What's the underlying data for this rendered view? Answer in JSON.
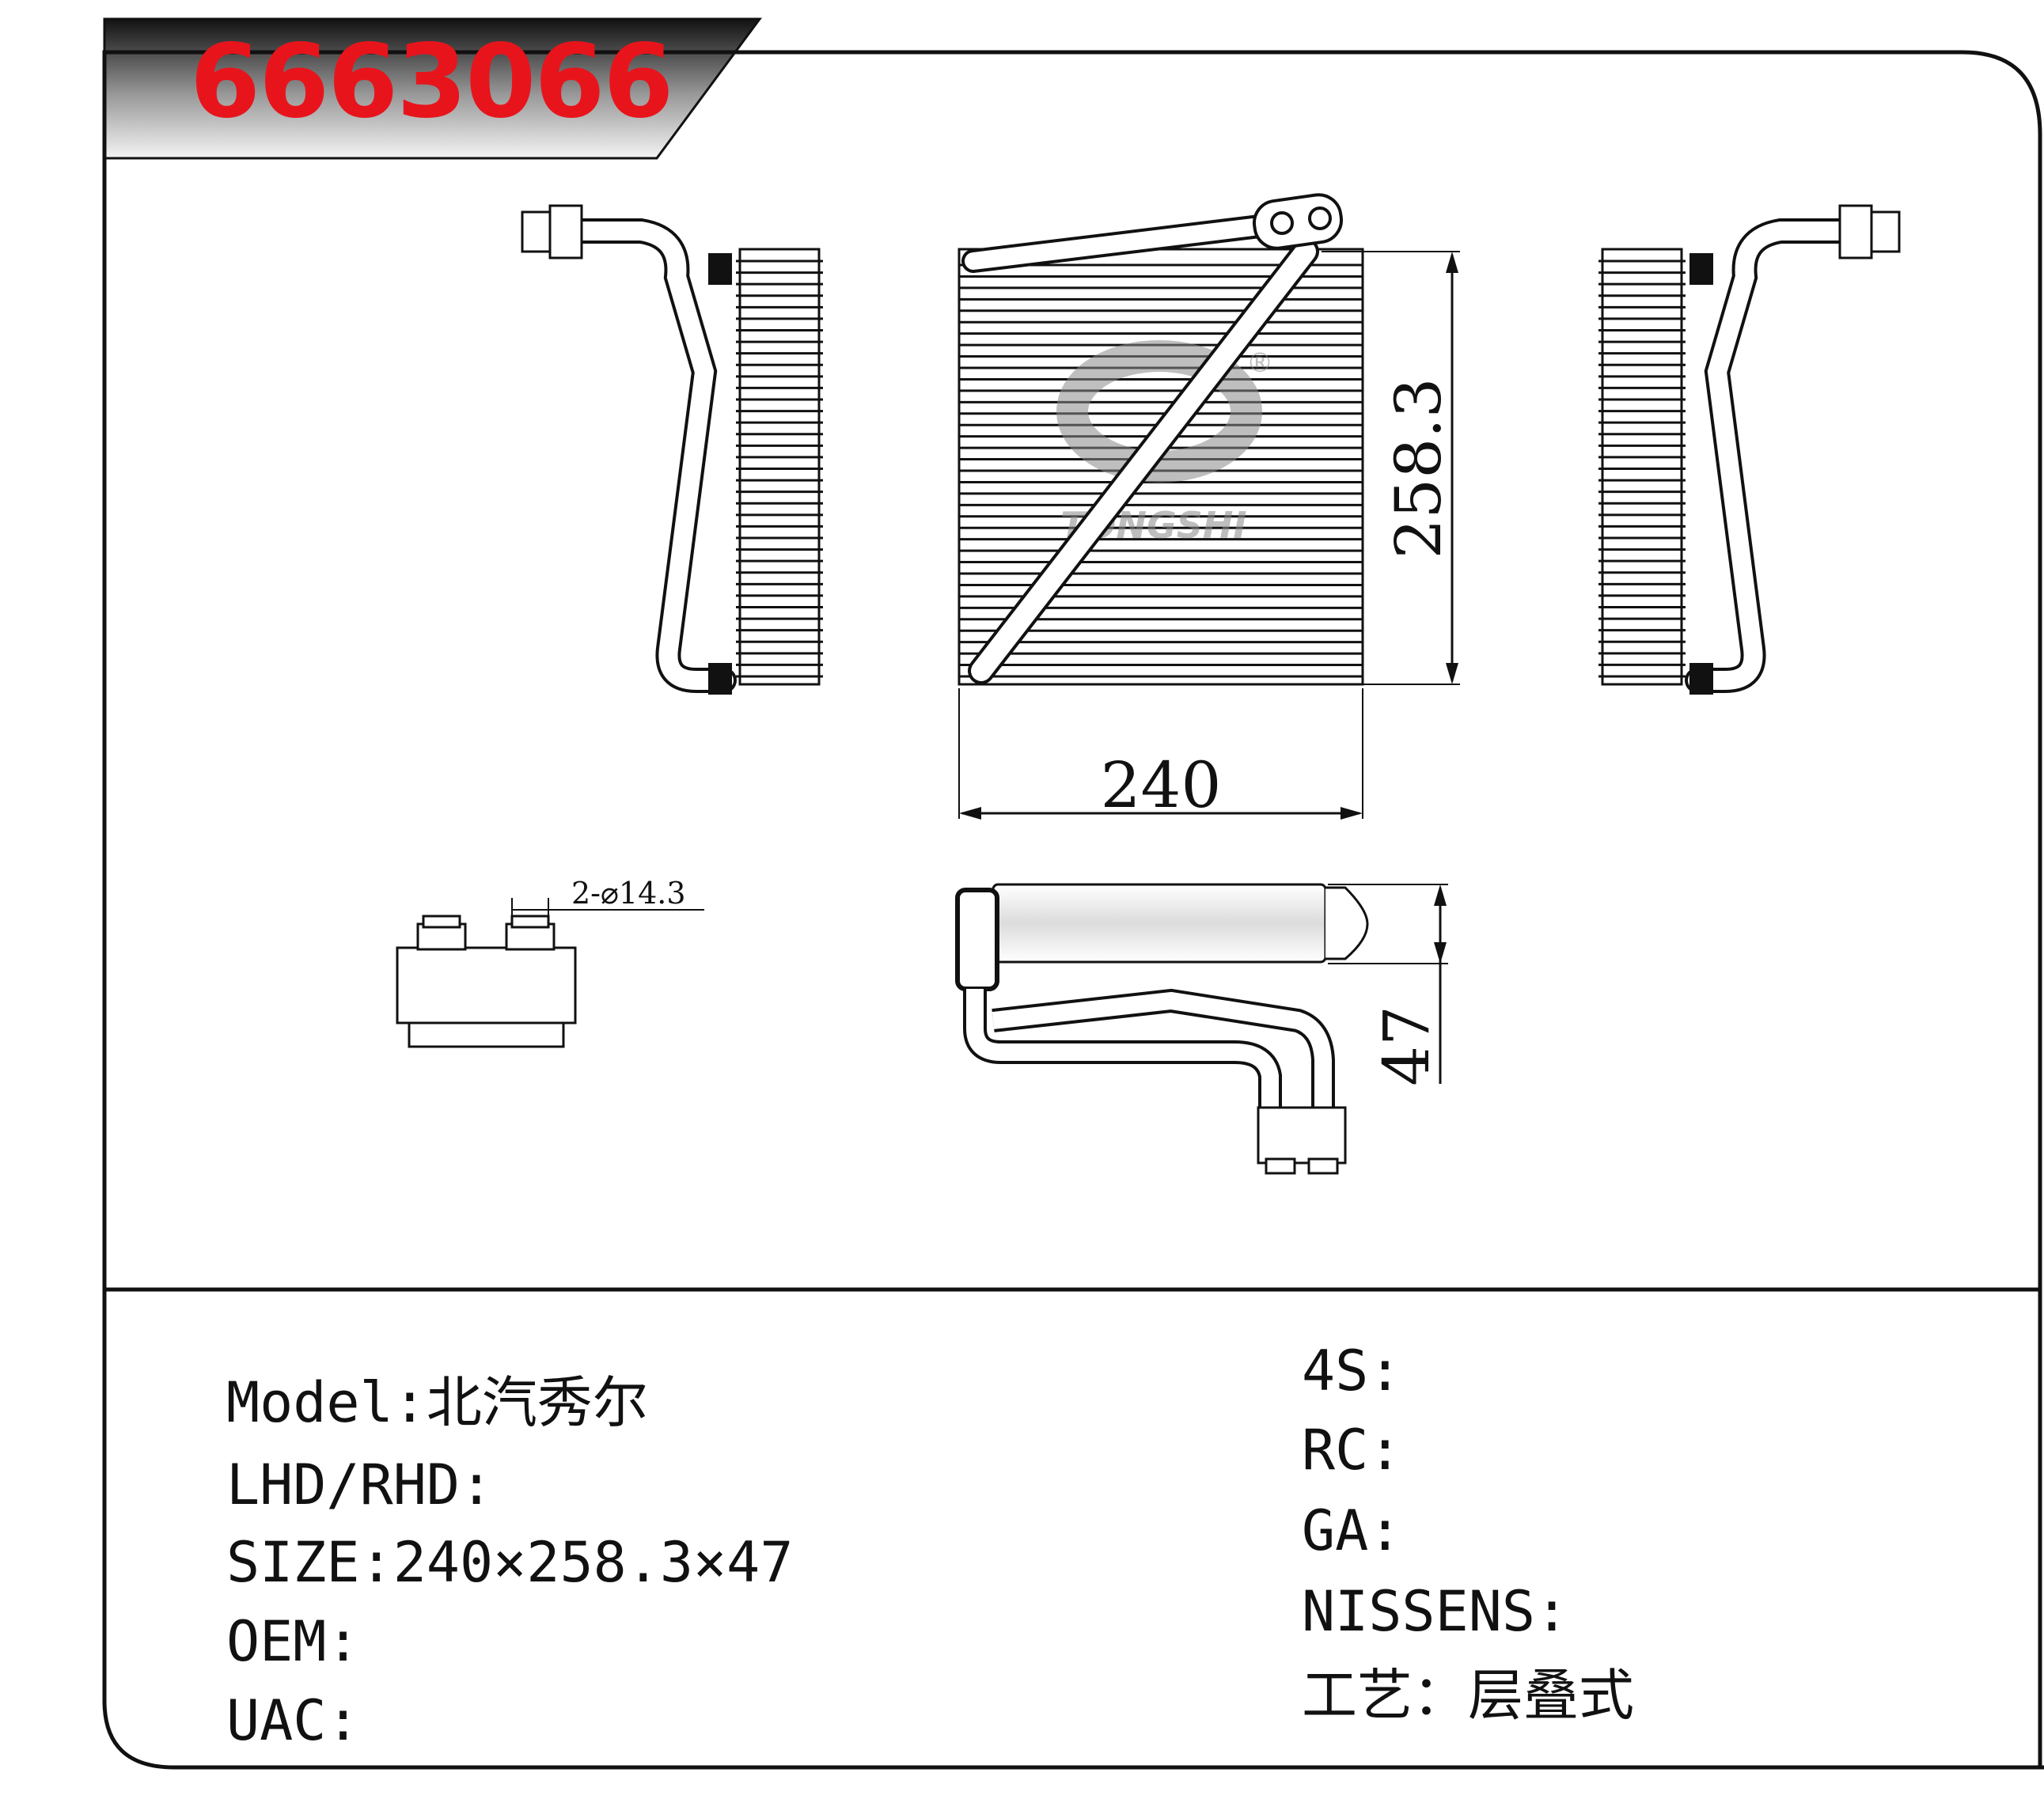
{
  "header": {
    "part_number": "6663066"
  },
  "drawing": {
    "dim_width": "240",
    "dim_height": "258.3",
    "dim_depth": "47",
    "dim_port": "2-⌀14.3",
    "watermark_text": "TONGSHI",
    "watermark_mark": "®",
    "watermark_color": "#9a9a9a"
  },
  "specs_left": [
    {
      "label": "Model",
      "sep": ":",
      "value": "北汽秀尔"
    },
    {
      "label": "LHD/RHD",
      "sep": ":",
      "value": ""
    },
    {
      "label": "SIZE",
      "sep": ":",
      "value": "240×258.3×47"
    },
    {
      "label": "OEM",
      "sep": ":",
      "value": ""
    },
    {
      "label": "UAC",
      "sep": ":",
      "value": ""
    }
  ],
  "specs_right": [
    {
      "label": "4S",
      "sep": ":",
      "value": ""
    },
    {
      "label": "RC",
      "sep": ":",
      "value": ""
    },
    {
      "label": "GA",
      "sep": ":",
      "value": ""
    },
    {
      "label": "NISSENS",
      "sep": ":",
      "value": ""
    },
    {
      "label": "工艺",
      "sep": "：",
      "value": "层叠式"
    }
  ],
  "colors": {
    "part_number": "#e8141c",
    "line": "#111111",
    "tab_gradient_dark": "#1a1a1a",
    "tab_gradient_light": "#f2f2f2"
  }
}
